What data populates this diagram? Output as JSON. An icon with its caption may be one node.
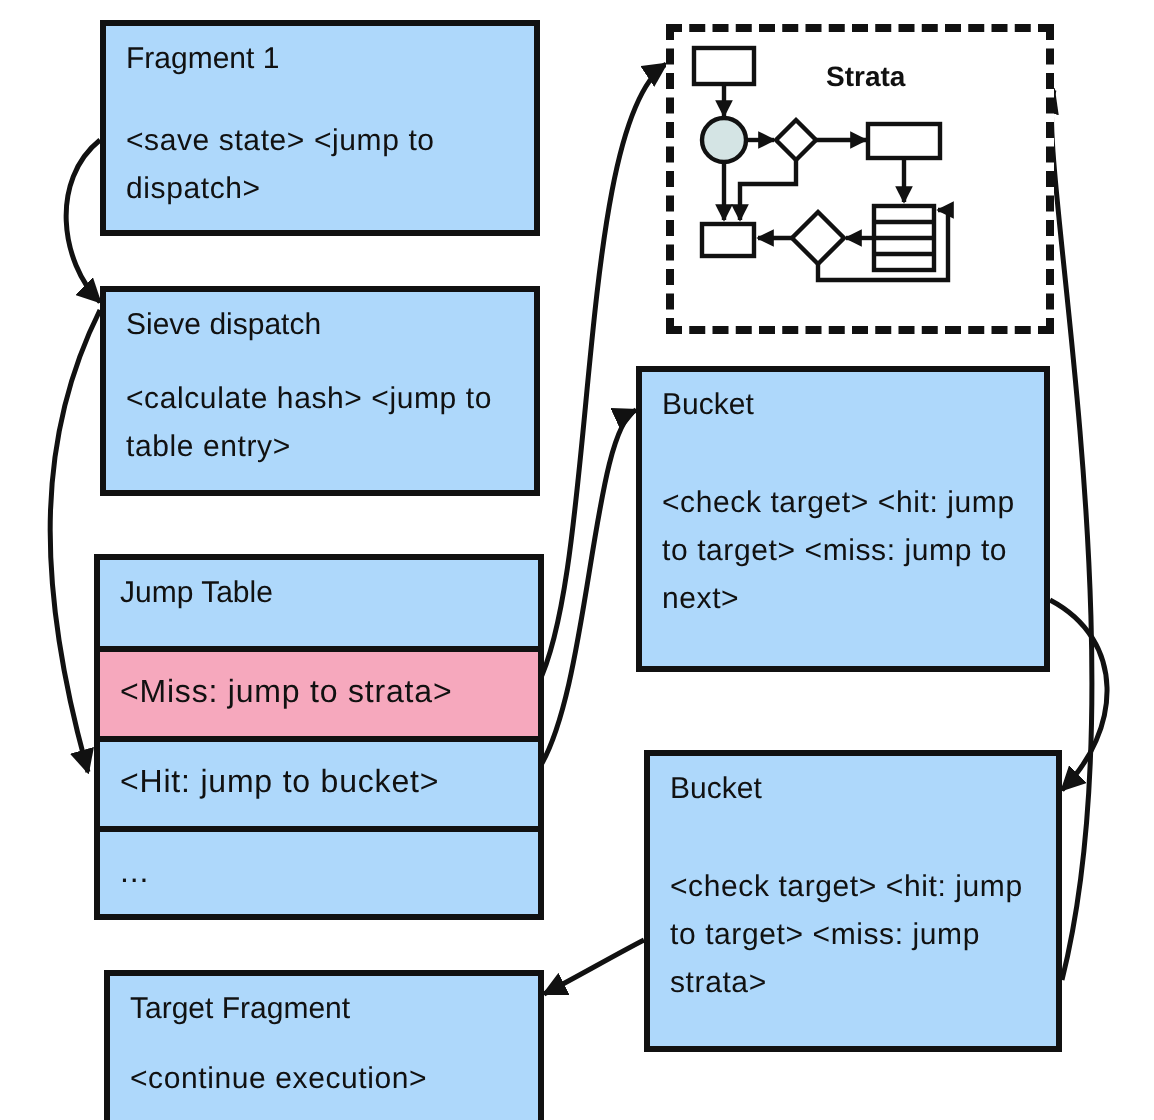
{
  "diagram": {
    "nodes": [
      {
        "text": [
          "Fragment 1",
          "<save state> <jump to dispatch>"
        ]
      },
      {
        "text": [
          "Strata"
        ]
      },
      {
        "text": [
          "Sieve dispatch",
          "<calculate hash> <jump to table entry>"
        ]
      },
      {
        "text": [
          "Bucket",
          "<check target> <hit: jump to target> <miss: jump to next>"
        ]
      },
      {
        "text": [
          "Jump Table"
        ]
      },
      {
        "text": [
          "<Miss: jump to strata>"
        ],
        "in": 4
      },
      {
        "text": [
          "<Hit: jump to bucket>"
        ],
        "in": 4
      },
      {
        "text": [
          "..."
        ],
        "in": 4
      },
      {
        "text": [
          "Bucket",
          "<check target> <hit: jump to target> <miss: jump strata>"
        ]
      },
      {
        "text": [
          "Target Fragment",
          "<continue execution>"
        ]
      }
    ],
    "edges": [
      {
        "from": 0,
        "to": 2,
        "arrow": "to"
      },
      {
        "from": 2,
        "to": 6,
        "arrow": "to"
      },
      {
        "from": 5,
        "to": 1,
        "arrow": "to"
      },
      {
        "from": 6,
        "to": 3,
        "arrow": "to"
      },
      {
        "from": 3,
        "to": 8,
        "arrow": "to"
      },
      {
        "from": 8,
        "to": 9,
        "arrow": "to"
      },
      {
        "from": 8,
        "to": 1,
        "arrow": "to"
      }
    ]
  }
}
